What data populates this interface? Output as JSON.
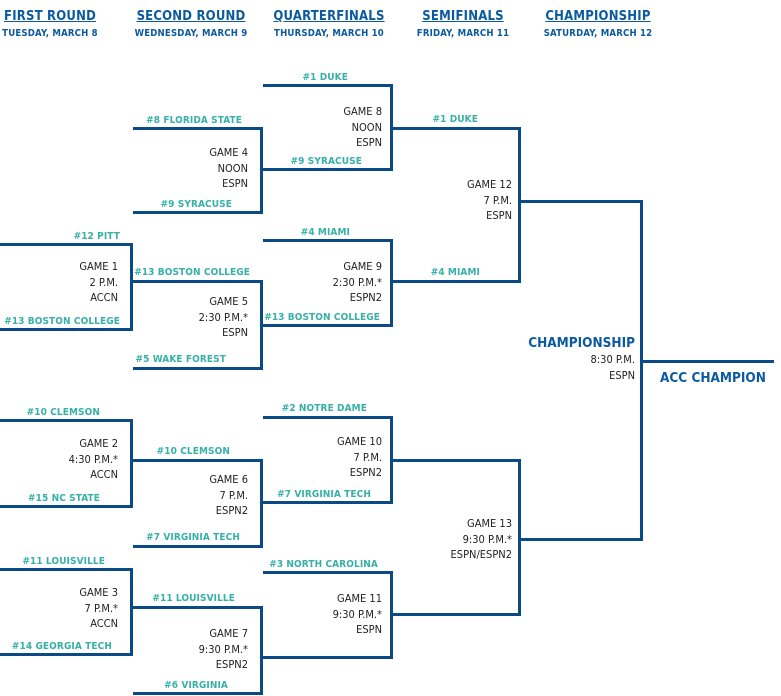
{
  "rounds": [
    {
      "name": "FIRST ROUND",
      "date": "TUESDAY, MARCH 8"
    },
    {
      "name": "SECOND ROUND",
      "date": "WEDNESDAY, MARCH 9"
    },
    {
      "name": "QUARTERFINALS",
      "date": "THURSDAY, MARCH 10"
    },
    {
      "name": "SEMIFINALS",
      "date": "FRIDAY, MARCH 11"
    },
    {
      "name": "CHAMPIONSHIP",
      "date": "SATURDAY, MARCH 12"
    }
  ],
  "teams": {
    "r1_pitt": "#12 PITT",
    "r1_bc": "#13 BOSTON COLLEGE",
    "r1_clemson": "#10 CLEMSON",
    "r1_ncstate": "#15 NC STATE",
    "r1_louisville": "#11 LOUISVILLE",
    "r1_gt": "#14 GEORGIA TECH",
    "r2_fsu": "#8 FLORIDA STATE",
    "r2_syr": "#9 SYRACUSE",
    "r2_bc": "#13 BOSTON COLLEGE",
    "r2_wf": "#5 WAKE FOREST",
    "r2_clemson": "#10 CLEMSON",
    "r2_vt": "#7 VIRGINIA TECH",
    "r2_louisville": "#11 LOUISVILLE",
    "r2_uva": "#6 VIRGINIA",
    "qf_duke": "#1 DUKE",
    "qf_syr": "#9 SYRACUSE",
    "qf_miami": "#4 MIAMI",
    "qf_bc": "#13 BOSTON COLLEGE",
    "qf_nd": "#2 NOTRE DAME",
    "qf_vt": "#7 VIRGINIA TECH",
    "qf_unc": "#3 NORTH CAROLINA",
    "sf_duke": "#1 DUKE",
    "sf_miami": "#4 MIAMI"
  },
  "games": {
    "g1": {
      "l1": "GAME 1",
      "l2": "2 P.M.",
      "l3": "ACCN"
    },
    "g2": {
      "l1": "GAME 2",
      "l2": "4:30 P.M.*",
      "l3": "ACCN"
    },
    "g3": {
      "l1": "GAME 3",
      "l2": "7 P.M.*",
      "l3": "ACCN"
    },
    "g4": {
      "l1": "GAME 4",
      "l2": "NOON",
      "l3": "ESPN"
    },
    "g5": {
      "l1": "GAME 5",
      "l2": "2:30 P.M.*",
      "l3": "ESPN"
    },
    "g6": {
      "l1": "GAME 6",
      "l2": "7 P.M.",
      "l3": "ESPN2"
    },
    "g7": {
      "l1": "GAME 7",
      "l2": "9:30 P.M.*",
      "l3": "ESPN2"
    },
    "g8": {
      "l1": "GAME 8",
      "l2": "NOON",
      "l3": "ESPN"
    },
    "g9": {
      "l1": "GAME 9",
      "l2": "2:30 P.M.*",
      "l3": "ESPN2"
    },
    "g10": {
      "l1": "GAME 10",
      "l2": "7 P.M.",
      "l3": "ESPN2"
    },
    "g11": {
      "l1": "GAME 11",
      "l2": "9:30 P.M.*",
      "l3": "ESPN"
    },
    "g12": {
      "l1": "GAME 12",
      "l2": "7 P.M.",
      "l3": "ESPN"
    },
    "g13": {
      "l1": "GAME 13",
      "l2": "9:30 P.M.*",
      "l3": "ESPN/ESPN2"
    }
  },
  "championship": {
    "title": "CHAMPIONSHIP",
    "time": "8:30 P.M.",
    "network": "ESPN"
  },
  "champion_label": "ACC CHAMPION"
}
